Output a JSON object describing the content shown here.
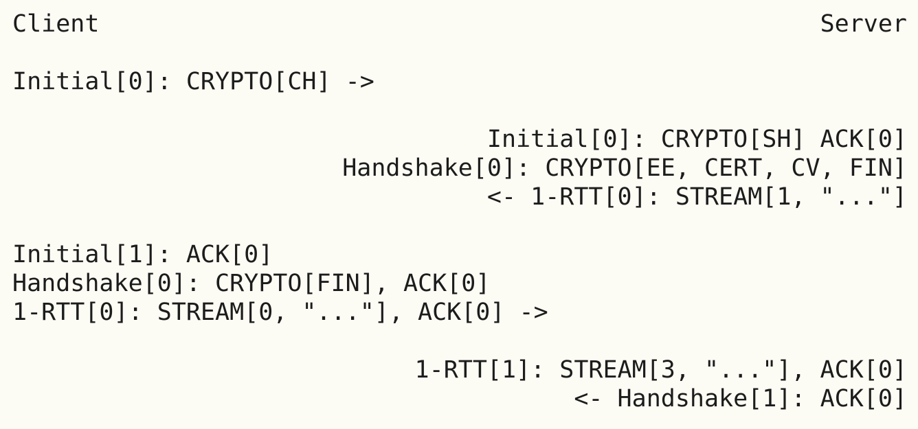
{
  "header": {
    "client_label": "Client",
    "server_label": "Server"
  },
  "exchange": {
    "client_flight_1": [
      "Initial[0]: CRYPTO[CH] ->"
    ],
    "server_flight_1": [
      "Initial[0]: CRYPTO[SH] ACK[0]",
      "Handshake[0]: CRYPTO[EE, CERT, CV, FIN]",
      "<- 1-RTT[0]: STREAM[1, \"...\"]"
    ],
    "client_flight_2": [
      "Initial[1]: ACK[0]",
      "Handshake[0]: CRYPTO[FIN], ACK[0]",
      "1-RTT[0]: STREAM[0, \"...\"], ACK[0] ->"
    ],
    "server_flight_2": [
      "1-RTT[1]: STREAM[3, \"...\"], ACK[0]",
      "<- Handshake[1]: ACK[0]"
    ]
  }
}
